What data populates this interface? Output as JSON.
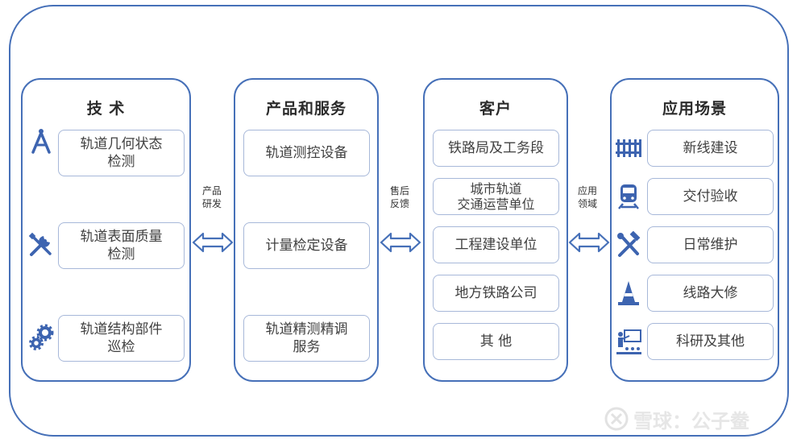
{
  "columns": {
    "technology": {
      "title": "技 术",
      "items": [
        "轨道几何状态\n检测",
        "轨道表面质量\n检测",
        "轨道结构部件\n巡检"
      ]
    },
    "products": {
      "title": "产品和服务",
      "items": [
        "轨道测控设备",
        "计量检定设备",
        "轨道精测精调\n服务"
      ]
    },
    "customers": {
      "title": "客户",
      "items": [
        "铁路局及工务段",
        "城市轨道\n交通运营单位",
        "工程建设单位",
        "地方铁路公司",
        "其 他"
      ]
    },
    "scenarios": {
      "title": "应用场景",
      "items": [
        "新线建设",
        "交付验收",
        "日常维护",
        "线路大修",
        "科研及其他"
      ]
    }
  },
  "connectors": {
    "rd": "产品\n研发",
    "feedback": "售后\n反馈",
    "application": "应用\n领域"
  },
  "watermark": "雪球：公子鲞",
  "colors": {
    "border": "#4670b8",
    "box_border": "#a7b8d9",
    "icon": "#3d64b0"
  }
}
